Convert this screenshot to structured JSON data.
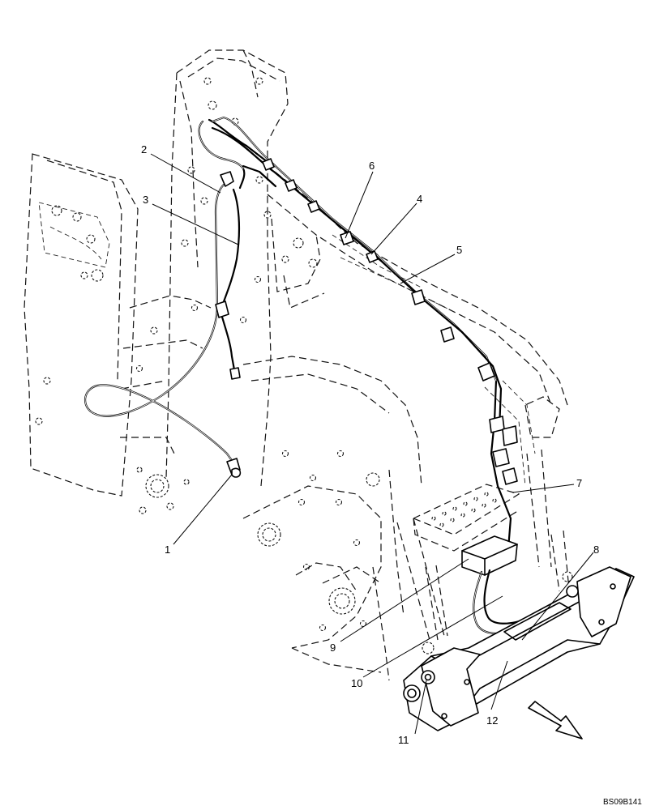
{
  "callouts": [
    {
      "id": "1",
      "label": "1"
    },
    {
      "id": "2",
      "label": "2"
    },
    {
      "id": "3",
      "label": "3"
    },
    {
      "id": "4",
      "label": "4"
    },
    {
      "id": "5",
      "label": "5"
    },
    {
      "id": "6",
      "label": "6"
    },
    {
      "id": "7",
      "label": "7"
    },
    {
      "id": "8",
      "label": "8"
    },
    {
      "id": "9",
      "label": "9"
    },
    {
      "id": "10",
      "label": "10"
    },
    {
      "id": "11",
      "label": "11"
    },
    {
      "id": "12",
      "label": "12"
    }
  ],
  "reference_code": "BS09B141",
  "direction_arrow": "arrow-icon"
}
